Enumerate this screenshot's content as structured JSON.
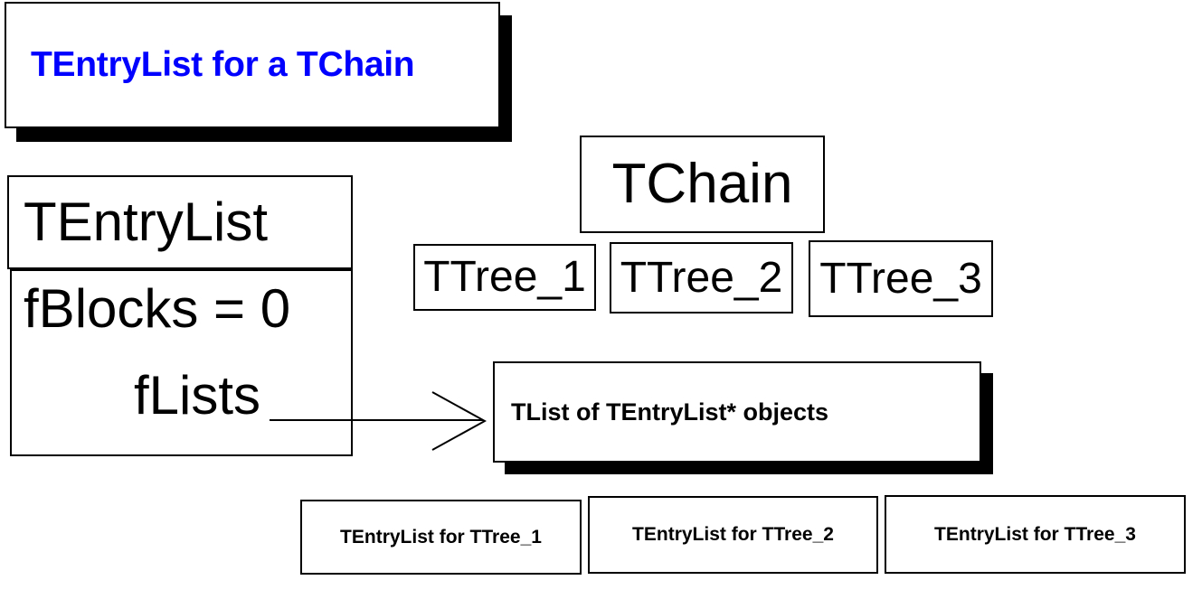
{
  "title": {
    "text": "TEntryList for a TChain",
    "color": "#0000ff"
  },
  "entrylist_class": {
    "header": "TEntryList",
    "fields": [
      "fBlocks = 0",
      "fLists"
    ]
  },
  "chain": {
    "label": "TChain",
    "trees": [
      "TTree_1",
      "TTree_2",
      "TTree_3"
    ]
  },
  "tlist": {
    "label": "TList of TEntryList* objects"
  },
  "entrylists": [
    "TEntryList for TTree_1",
    "TEntryList for TTree_2",
    "TEntryList for TTree_3"
  ],
  "connector": {
    "from": "fLists",
    "to": "TList of TEntryList* objects"
  }
}
